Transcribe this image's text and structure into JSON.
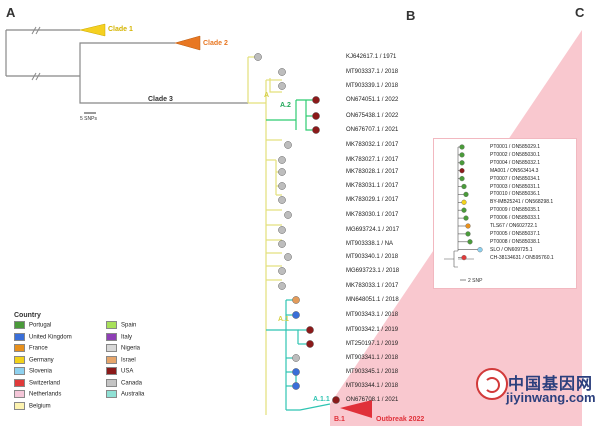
{
  "panels": {
    "a": "A",
    "b": "B",
    "c": "C"
  },
  "colors": {
    "clade1": "#f5d020",
    "clade2": "#e87722",
    "clade3_line": "#888888",
    "lineage_A": "#e3e07a",
    "lineage_A2": "#2ecc71",
    "lineage_A1": "#2fc4b2",
    "outbreak": "#e0313a",
    "inset_bg": "#f9c8cf"
  },
  "tree": {
    "clade1": "Clade 1",
    "clade2": "Clade 2",
    "clade3": "Clade 3",
    "scale_main": "5 SNPs",
    "node_A": "A",
    "node_A2": "A.2",
    "node_A1": "A.1",
    "node_A11": "A.1.1",
    "node_B1": "B.1",
    "outbreak": "Outbreak 2022"
  },
  "leaves": [
    {
      "label": "KJ642617.1 / 1971",
      "color": "#bdbdbd"
    },
    {
      "label": "MT903337.1 / 2018",
      "color": "#bdbdbd"
    },
    {
      "label": "MT903339.1 / 2018",
      "color": "#bdbdbd"
    },
    {
      "label": "ON674051.1 / 2022",
      "color": "#8b1a1a"
    },
    {
      "label": "ON675438.1 / 2022",
      "color": "#8b1a1a"
    },
    {
      "label": "ON676707.1 / 2021",
      "color": "#8b1a1a"
    },
    {
      "label": "MK783032.1 / 2017",
      "color": "#bdbdbd"
    },
    {
      "label": "MK783027.1 / 2017",
      "color": "#bdbdbd"
    },
    {
      "label": "MK783028.1 / 2017",
      "color": "#bdbdbd"
    },
    {
      "label": "MK783031.1 / 2017",
      "color": "#bdbdbd"
    },
    {
      "label": "MK783029.1 / 2017",
      "color": "#bdbdbd"
    },
    {
      "label": "MK783030.1 / 2017",
      "color": "#bdbdbd"
    },
    {
      "label": "MG693724.1 / 2017",
      "color": "#bdbdbd"
    },
    {
      "label": "MT903338.1 / NA",
      "color": "#bdbdbd"
    },
    {
      "label": "MT903340.1 / 2018",
      "color": "#bdbdbd"
    },
    {
      "label": "MG693723.1 / 2018",
      "color": "#bdbdbd"
    },
    {
      "label": "MK783033.1 / 2017",
      "color": "#bdbdbd"
    },
    {
      "label": "MN648051.1 / 2018",
      "color": "#e39b5a"
    },
    {
      "label": "MT903343.1 / 2018",
      "color": "#3a6fd8"
    },
    {
      "label": "MT903342.1 / 2019",
      "color": "#8b1a1a"
    },
    {
      "label": "MT250197.1 / 2019",
      "color": "#8b1a1a"
    },
    {
      "label": "MT903341.1 / 2018",
      "color": "#bdbdbd"
    },
    {
      "label": "MT903345.1 / 2018",
      "color": "#3a6fd8"
    },
    {
      "label": "MT903344.1 / 2018",
      "color": "#3a6fd8"
    },
    {
      "label": "ON676708.1 / 2021",
      "color": "#8b1a1a"
    }
  ],
  "legend": {
    "title": "Country",
    "col1": [
      {
        "label": "Portugal",
        "color": "#4a9a3a"
      },
      {
        "label": "United Kingdom",
        "color": "#3a6fd8"
      },
      {
        "label": "France",
        "color": "#e8901c"
      },
      {
        "label": "Germany",
        "color": "#f2d21b"
      },
      {
        "label": "Slovenia",
        "color": "#8ed1ef"
      },
      {
        "label": "Switzerland",
        "color": "#e03a3a"
      },
      {
        "label": "Netherlands",
        "color": "#f4c6d8"
      },
      {
        "label": "Belgium",
        "color": "#fdf3b0"
      }
    ],
    "col2": [
      {
        "label": "Spain",
        "color": "#a8e05a"
      },
      {
        "label": "Italy",
        "color": "#8e3fb5"
      },
      {
        "label": "Nigeria",
        "color": "#d8d8d8"
      },
      {
        "label": "Israel",
        "color": "#e6a56a"
      },
      {
        "label": "USA",
        "color": "#8b1a1a"
      },
      {
        "label": "Canada",
        "color": "#c4c4c4"
      },
      {
        "label": "Australia",
        "color": "#8fe0d4"
      }
    ]
  },
  "inset": {
    "scale": "2 SNP",
    "leaves": [
      {
        "label": "PT0001 / ON585029.1",
        "color": "#4a9a3a"
      },
      {
        "label": "PT0002 / ON585030.1",
        "color": "#4a9a3a"
      },
      {
        "label": "PT0004 / ON585032.1",
        "color": "#4a9a3a"
      },
      {
        "label": "MA001 / ON563414.3",
        "color": "#8b1a1a"
      },
      {
        "label": "PT0007 / ON585034.1",
        "color": "#4a9a3a"
      },
      {
        "label": "PT0003 / ON585031.1",
        "color": "#4a9a3a"
      },
      {
        "label": "PT0010 / ON585036.1",
        "color": "#4a9a3a"
      },
      {
        "label": "BY-IMB25241 / ON568298.1",
        "color": "#f2d21b"
      },
      {
        "label": "PT0009 / ON585035.1",
        "color": "#4a9a3a"
      },
      {
        "label": "PT0006 / ON585033.1",
        "color": "#4a9a3a"
      },
      {
        "label": "TLS67 / ON602722.1",
        "color": "#e8901c"
      },
      {
        "label": "PT0005 / ON585037.1",
        "color": "#4a9a3a"
      },
      {
        "label": "PT0008 / ON585038.1",
        "color": "#4a9a3a"
      },
      {
        "label": "SLO / ON609725.1",
        "color": "#8ed1ef"
      },
      {
        "label": "CH-38134631 / ON595760.1",
        "color": "#e03a3a"
      }
    ]
  },
  "watermark": {
    "cn": "中国基因网",
    "en": "jiyinwang.com"
  }
}
